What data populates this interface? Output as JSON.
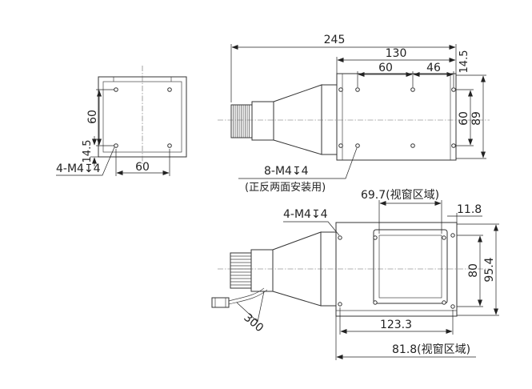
{
  "labels": {
    "dim_245": "245",
    "dim_130": "130",
    "dim_60_top": "60",
    "dim_46": "46",
    "dim_14_5_top": "14.5",
    "dim_60_right": "60",
    "dim_89": "89",
    "left_dim_60_vert": "60",
    "left_dim_14_5": "14.5",
    "left_dim_60_horiz": "60",
    "left_callout": "4-M4↧4",
    "callout_8m4": "8-M4↧4",
    "callout_8m4_note": "(正反两面安装用)",
    "dim_69_7": "69.7(视窗区域)",
    "dim_11_8": "11.8",
    "callout_4m4_bottom": "4-M4↧4",
    "dim_80": "80",
    "dim_95_4": "95.4",
    "dim_123_3": "123.3",
    "dim_81_8": "81.8(视窗区域)",
    "cable_300": "300"
  }
}
